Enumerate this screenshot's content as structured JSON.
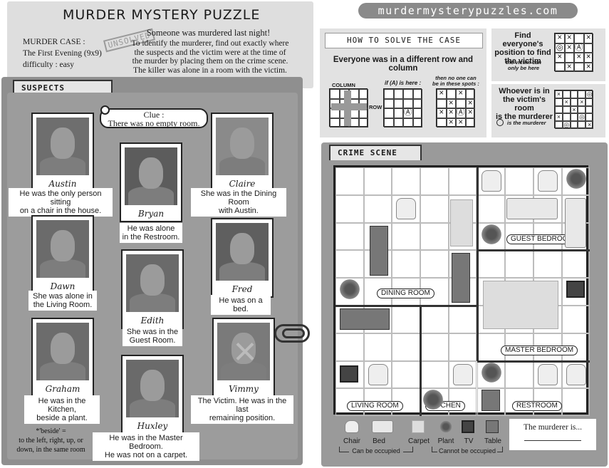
{
  "header": {
    "title": "MURDER MYSTERY PUZZLE",
    "case_label": "MURDER CASE :",
    "case_name": "The First Evening (9x9)",
    "difficulty": "difficulty : easy",
    "stamp": "UNSOLVED",
    "intro_title": "Someone was murdered last night!",
    "intro_lines": [
      "To identify the murderer, find out exactly where",
      "the suspects and the victim were at the time of",
      "the murder by placing them on the crime scene.",
      "The killer was alone in a room with the victim."
    ],
    "site": "murdermysterypuzzles.com"
  },
  "suspects": {
    "tab": "SUSPECTS",
    "clue_title": "Clue :",
    "clue_text": "There was no empty room.",
    "beside_note": [
      "*'beside' =",
      "to the left, right, up, or",
      "down, in the same room"
    ],
    "people": [
      {
        "name": "Austin",
        "lines": [
          "He was the only person sitting",
          "on a chair in the house."
        ]
      },
      {
        "name": "Bryan",
        "lines": [
          "He was alone",
          "in the Restroom."
        ]
      },
      {
        "name": "Claire",
        "lines": [
          "She was in the Dining Room",
          "with Austin."
        ]
      },
      {
        "name": "Dawn",
        "lines": [
          "She was alone in",
          "the Living Room."
        ]
      },
      {
        "name": "Edith",
        "lines": [
          "She was in the",
          "Guest Room."
        ]
      },
      {
        "name": "Fred",
        "lines": [
          "He was on a bed."
        ]
      },
      {
        "name": "Graham",
        "lines": [
          "He was in the Kitchen,",
          "beside a plant."
        ]
      },
      {
        "name": "Huxley",
        "lines": [
          "He was in the Master Bedroom.",
          "He was not on a carpet."
        ]
      },
      {
        "name": "Vimmy",
        "lines": [
          "The Victim. He was in the last",
          "remaining position."
        ]
      }
    ]
  },
  "howto": {
    "title": "HOW TO SOLVE THE CASE",
    "rule1": "Everyone was in a different row and column",
    "column_label": "COLUMN",
    "row_label": "ROW",
    "if_here": "if (A) is here :",
    "no_one": [
      "then no one can",
      "be in these spots :"
    ],
    "find_title": [
      "Find everyone's",
      "position to find",
      "the victim"
    ],
    "victim_note": [
      "the victim can",
      "only be here"
    ],
    "whoever_title": [
      "Whoever is in",
      "the victim's room",
      "is the murderer"
    ],
    "is_murderer": "is the murderer"
  },
  "scene": {
    "tab": "CRIME SCENE",
    "rooms": [
      "DINING ROOM",
      "GUEST BEDROOM",
      "MASTER BEDROOM",
      "LIVING ROOM",
      "KITCHEN",
      "RESTROOM"
    ],
    "legend": [
      {
        "icon": "chair-icon",
        "label": "Chair"
      },
      {
        "icon": "bed-icon",
        "label": "Bed"
      },
      {
        "icon": "carpet-icon",
        "label": "Carpet"
      },
      {
        "icon": "plant-icon",
        "label": "Plant"
      },
      {
        "icon": "tv-icon",
        "label": "TV"
      },
      {
        "icon": "table-icon",
        "label": "Table"
      }
    ],
    "can_occupy": "Can be occupied",
    "cannot_occupy": "Cannot be occupied",
    "murderer_label": "The murderer is..."
  }
}
